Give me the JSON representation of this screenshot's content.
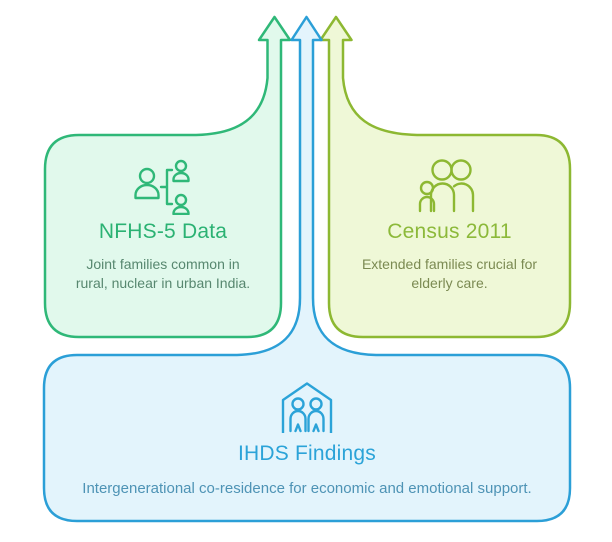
{
  "diagram": {
    "type": "converging-arrows-infographic",
    "background": "#ffffff",
    "cards": [
      {
        "id": "nfhs",
        "title": "NFHS-5 Data",
        "body": "Joint families common in rural, nuclear in urban India.",
        "icon": "family-tree-icon",
        "position": "top-left",
        "border_color": "#2fb878",
        "fill_color": "#e1f9ec",
        "title_color": "#2bb273",
        "body_color": "#57876f",
        "arrow": "up"
      },
      {
        "id": "census",
        "title": "Census 2011",
        "body": "Extended families crucial for elderly care.",
        "icon": "group-people-icon",
        "position": "top-right",
        "border_color": "#8db832",
        "fill_color": "#eff8d7",
        "title_color": "#8cb93a",
        "body_color": "#7b8a52",
        "arrow": "up"
      },
      {
        "id": "ihds",
        "title": "IHDS Findings",
        "body": "Intergenerational co-residence for economic and emotional support.",
        "icon": "family-home-icon",
        "position": "bottom",
        "border_color": "#2b9fd7",
        "fill_color": "#e3f4fc",
        "title_color": "#2ba3d8",
        "body_color": "#4e93b5",
        "arrow": "up"
      }
    ]
  }
}
